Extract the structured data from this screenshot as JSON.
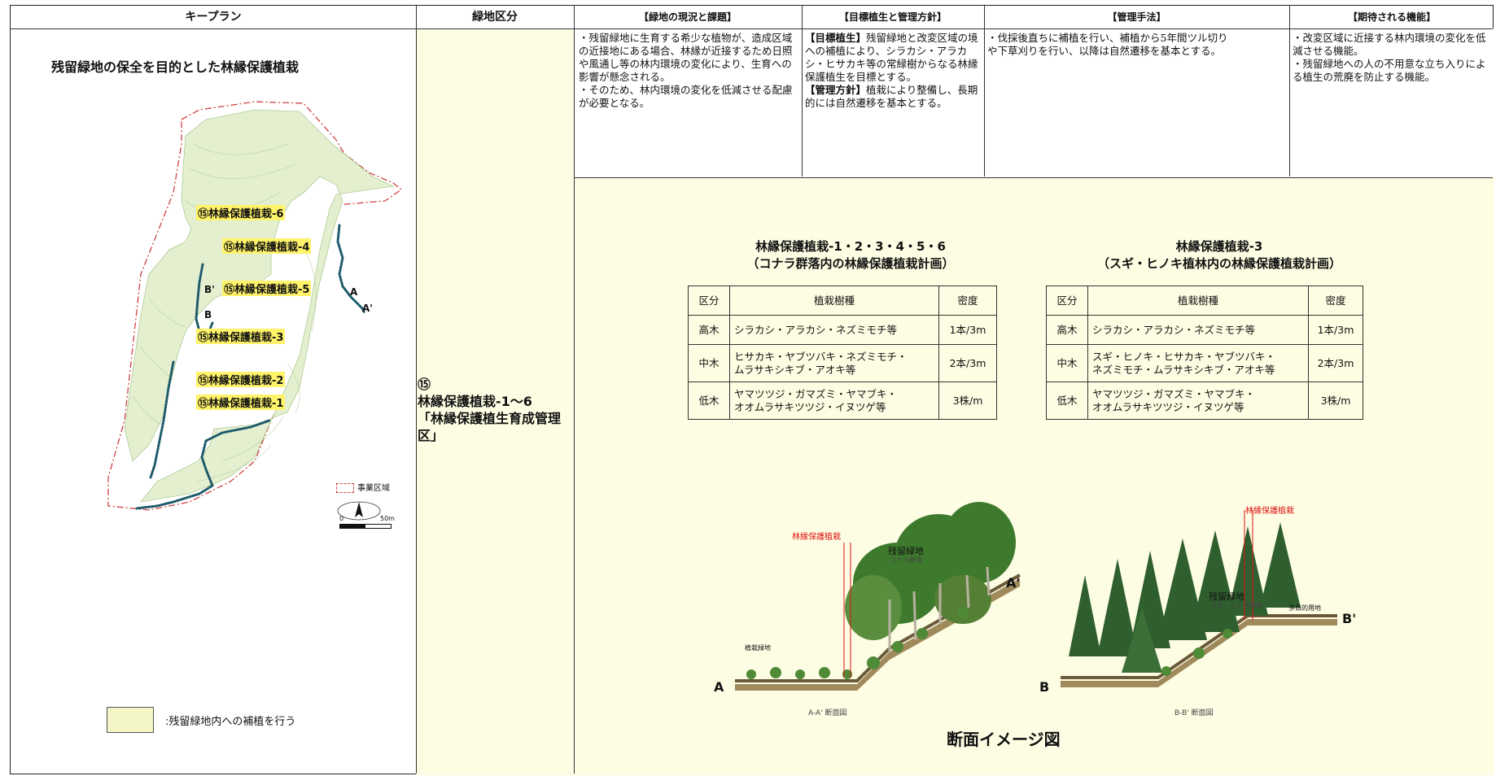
{
  "headers": {
    "keyplan": "キープラン",
    "category": "緑地区分",
    "current": "【緑地の現況と課題】",
    "target": "【目標植生と管理方針】",
    "method": "【管理手法】",
    "expected": "【期待される機能】"
  },
  "keyplan": {
    "title": "残留緑地の保全を目的とした林縁保護植栽",
    "labels": [
      "⑮林縁保護植栽-6",
      "⑮林縁保護植栽-4",
      "⑮林縁保護植栽-5",
      "⑮林縁保護植栽-3",
      "⑮林縁保護植栽-2",
      "⑮林縁保護植栽-1"
    ],
    "points": [
      "B'",
      "B",
      "A",
      "A'"
    ],
    "legend_boundary": "事業区域",
    "scale_start": "0",
    "scale_end": "50m",
    "legend_fill": ":残留緑地内への補植を行う",
    "colors": {
      "green_fill": "#e3efcf",
      "boundary": "#d04040",
      "line": "#1d5a6a"
    }
  },
  "district": {
    "number": "⑮",
    "line1": "林縁保護植栽-1～6",
    "line2": "「林縁保護植生育成管理",
    "line3": "区」"
  },
  "current_issues": "・残留緑地に生育する希少な植物が、造成区域の近接地にある場合、林縁が近接するため日照や風通し等の林内環境の変化により、生育への影響が懸念される。\n・そのため、林内環境の変化を低減させる配慮が必要となる。",
  "target": {
    "veg_label": "【目標植生】",
    "veg_text": "残留緑地と改変区域の境への補植により、シラカシ・アラカシ・ヒサカキ等の常緑樹からなる林縁保護植生を目標とする。",
    "policy_label": "【管理方針】",
    "policy_text": "植栽により整備し、長期的には自然遷移を基本とする。"
  },
  "method": "・伐採後直ちに補植を行い、補植から5年間ツル切りや下草刈りを行い、以降は自然遷移を基本とする。",
  "expected": "・改変区域に近接する林内環境の変化を低減させる機能。\n・残留緑地への人の不用意な立ち入りによる植生の荒廃を防止する機能。",
  "plan1": {
    "title1": "林縁保護植栽-1・2・3・4・5・6",
    "title2": "（コナラ群落内の林縁保護植栽計画）",
    "head": [
      "区分",
      "植栽樹種",
      "密度"
    ],
    "rows": [
      [
        "高木",
        "シラカシ・アラカシ・ネズミモチ等",
        "1本/3m"
      ],
      [
        "中木",
        "ヒサカキ・ヤブツバキ・ネズミモチ・\nムラサキシキブ・アオキ等",
        "2本/3m"
      ],
      [
        "低木",
        "ヤマツツジ・ガマズミ・ヤマブキ・\nオオムラサキツツジ・イヌツゲ等",
        "3株/m"
      ]
    ]
  },
  "plan2": {
    "title1": "林縁保護植栽-3",
    "title2": "（スギ・ヒノキ植林内の林縁保護植栽計画）",
    "head": [
      "区分",
      "植栽樹種",
      "密度"
    ],
    "rows": [
      [
        "高木",
        "シラカシ・アラカシ・ネズミモチ等",
        "1本/3m"
      ],
      [
        "中木",
        "スギ・ヒノキ・ヒサカキ・ヤブツバキ・\nネズミモチ・ムラサキシキブ・アオキ等",
        "2本/3m"
      ],
      [
        "低木",
        "ヤマツツジ・ガマズミ・ヤマブキ・\nオオムラサキツツジ・イヌツゲ等",
        "3株/m"
      ]
    ]
  },
  "section": {
    "a_label": "林縁保護植栽",
    "a_forest": "残留緑地",
    "a_forest_sub": "コナラ群落",
    "a_planted": "植栽緑地",
    "a_start": "A",
    "a_end": "A'",
    "a_caption": "A-A' 断面図",
    "b_label": "林縁保護植栽",
    "b_forest": "残留緑地",
    "b_forest_sub": "スギ・ヒノキ植林",
    "b_ground": "多目的用地",
    "b_start": "B",
    "b_end": "B'",
    "b_caption": "B-B' 断面図",
    "title": "断面イメージ図"
  }
}
